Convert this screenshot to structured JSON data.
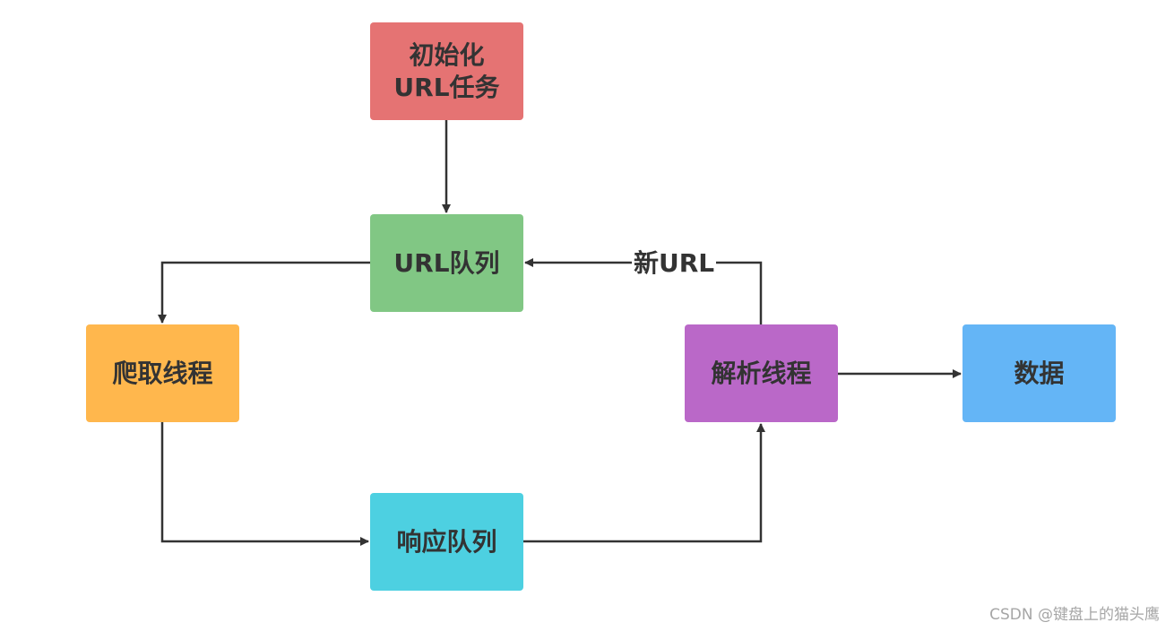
{
  "colors": {
    "init": "#e57373",
    "url_queue": "#81c784",
    "crawl": "#ffb74d",
    "parse": "#ba68c8",
    "data": "#64b5f6",
    "response_queue": "#4dd0e1",
    "connector": "#333333"
  },
  "nodes": {
    "init": {
      "label_line1": "初始化",
      "label_line2": "URL任务"
    },
    "url_queue": {
      "label": "URL队列"
    },
    "crawl_thread": {
      "label": "爬取线程"
    },
    "parse_thread": {
      "label": "解析线程"
    },
    "data": {
      "label": "数据"
    },
    "response_queue": {
      "label": "响应队列"
    }
  },
  "edges": {
    "parse_to_url_queue": {
      "label": "新URL"
    }
  },
  "watermark": "CSDN @键盘上的猫头鹰"
}
